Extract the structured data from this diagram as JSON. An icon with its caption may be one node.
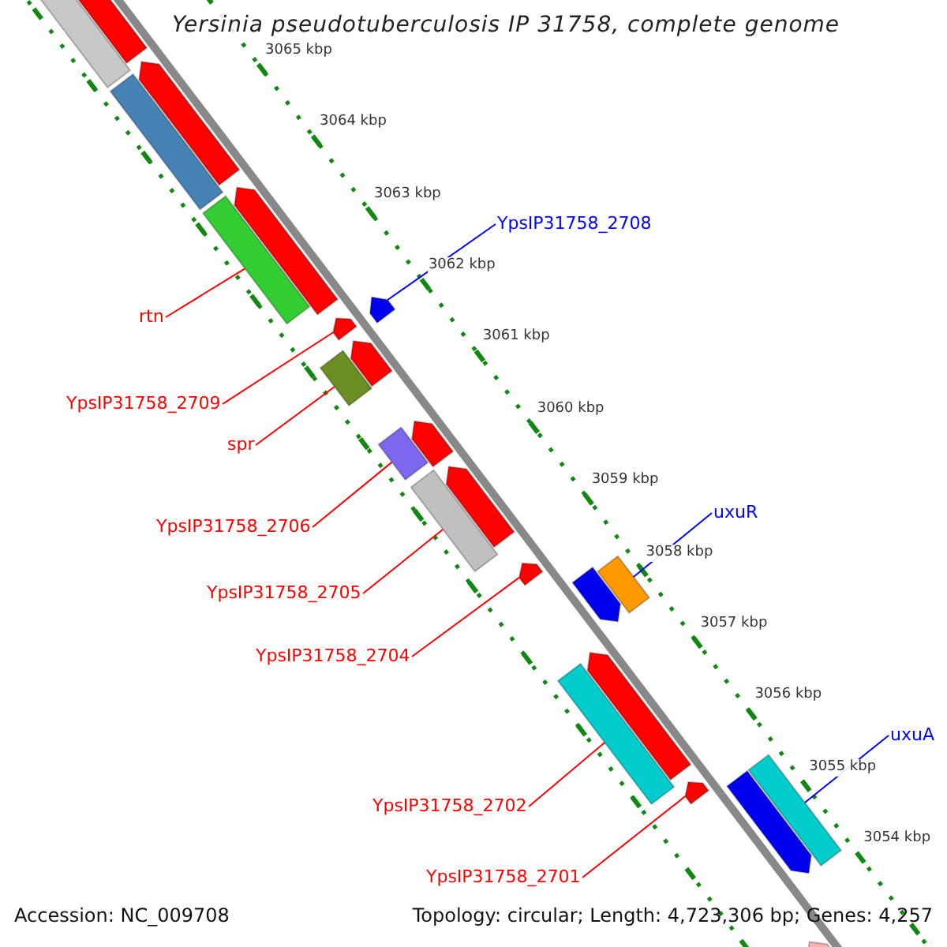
{
  "diagram": {
    "title": "Yersinia pseudotuberculosis IP 31758, complete genome",
    "nodes": [
      {
        "text": [
          "YpsIP31758_2708"
        ]
      },
      {
        "text": [],
        "shape": "arrow"
      },
      {
        "text": [
          "rtn"
        ]
      },
      {
        "text": [],
        "shape": "bar"
      },
      {
        "text": [
          "YpsIP31758_2709"
        ]
      },
      {
        "text": [],
        "shape": "arrow"
      },
      {
        "text": [
          "spr"
        ]
      },
      {
        "text": [],
        "shape": "bar"
      },
      {
        "text": [
          "YpsIP31758_2706"
        ]
      },
      {
        "text": [],
        "shape": "bar"
      },
      {
        "text": [
          "YpsIP31758_2705"
        ]
      },
      {
        "text": [],
        "shape": "bar"
      },
      {
        "text": [
          "uxuR"
        ]
      },
      {
        "text": [],
        "shape": "bar"
      },
      {
        "text": [
          "YpsIP31758_2704"
        ]
      },
      {
        "text": [],
        "shape": "arrow"
      },
      {
        "text": [
          "uxuA"
        ]
      },
      {
        "text": [],
        "shape": "bar"
      },
      {
        "text": [
          "YpsIP31758_2702"
        ]
      },
      {
        "text": [],
        "shape": "bar"
      },
      {
        "text": [
          "YpsIP31758_2701"
        ]
      },
      {
        "text": [],
        "shape": "arrow"
      },
      {
        "text": [],
        "shape": "bar"
      },
      {
        "text": [],
        "shape": "arrow"
      },
      {
        "text": [],
        "shape": "bar"
      },
      {
        "text": [],
        "shape": "arrow"
      },
      {
        "text": [],
        "shape": "arrow"
      },
      {
        "text": [],
        "shape": "arrow"
      },
      {
        "text": [],
        "shape": "arrow"
      },
      {
        "text": [],
        "shape": "arrow"
      },
      {
        "text": [],
        "shape": "arrow"
      },
      {
        "text": [],
        "shape": "arrow"
      },
      {
        "text": [],
        "shape": "arrow"
      },
      {
        "text": [],
        "shape": "arrow"
      }
    ],
    "edges": [
      {
        "from": 0,
        "to": 1,
        "arrow": "none",
        "color": "#0000ff"
      },
      {
        "from": 2,
        "to": 3,
        "arrow": "none"
      },
      {
        "from": 4,
        "to": 5,
        "arrow": "none"
      },
      {
        "from": 6,
        "to": 7,
        "arrow": "none"
      },
      {
        "from": 8,
        "to": 9,
        "arrow": "none"
      },
      {
        "from": 10,
        "to": 11,
        "arrow": "none"
      },
      {
        "from": 12,
        "to": 13,
        "arrow": "none",
        "color": "#0000ff"
      },
      {
        "from": 14,
        "to": 15,
        "arrow": "none"
      },
      {
        "from": 16,
        "to": 17,
        "arrow": "none",
        "color": "#0000ff"
      },
      {
        "from": 18,
        "to": 19,
        "arrow": "none"
      },
      {
        "from": 20,
        "to": 21,
        "arrow": "none"
      }
    ],
    "labels": [
      "3065 kbp",
      "3064 kbp",
      "3063 kbp",
      "3062 kbp",
      "3061 kbp",
      "3060 kbp",
      "3059 kbp",
      "3058 kbp",
      "3057 kbp",
      "3056 kbp",
      "3055 kbp",
      "3054 kbp",
      "Accession: NC_009708",
      "Topology: circular; Length: 4,723,306 bp; Genes: 4,257"
    ]
  }
}
